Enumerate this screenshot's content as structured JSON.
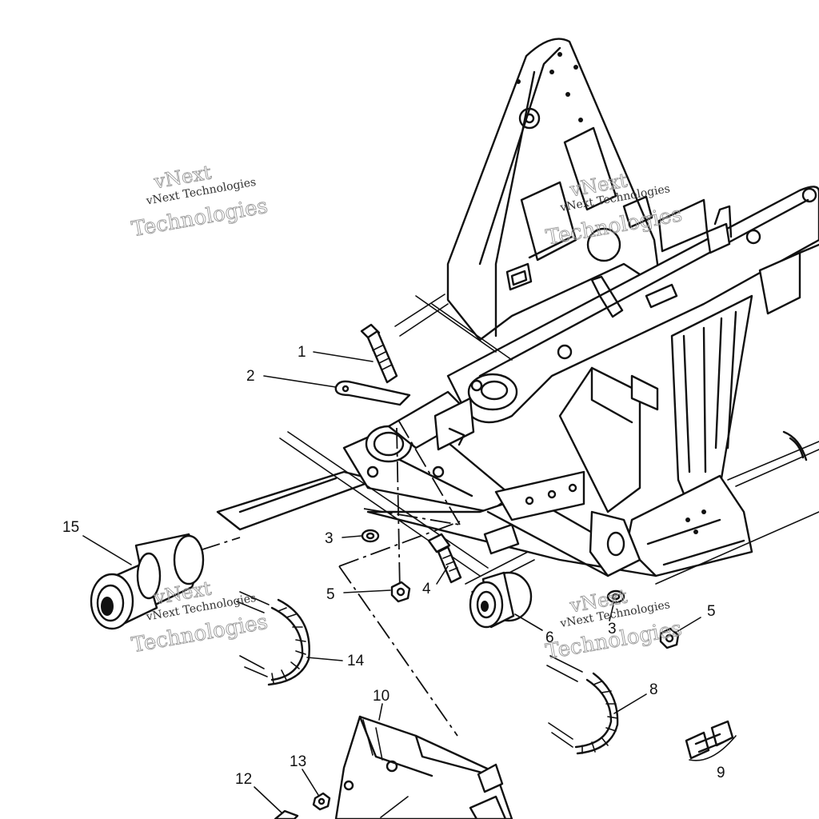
{
  "callouts": {
    "c1": "1",
    "c2": "2",
    "c3a": "3",
    "c3b": "3",
    "c4": "4",
    "c5a": "5",
    "c5b": "5",
    "c6": "6",
    "c8": "8",
    "c9": "9",
    "c10": "10",
    "c12": "12",
    "c13": "13",
    "c14": "14",
    "c15": "15"
  },
  "watermark": {
    "line1": "vNext",
    "line2": "vNext Technologies",
    "line3": "Technologies"
  },
  "colors": {
    "ink": "#111111",
    "paper": "#ffffff",
    "watermark": "#9a9a9a"
  }
}
